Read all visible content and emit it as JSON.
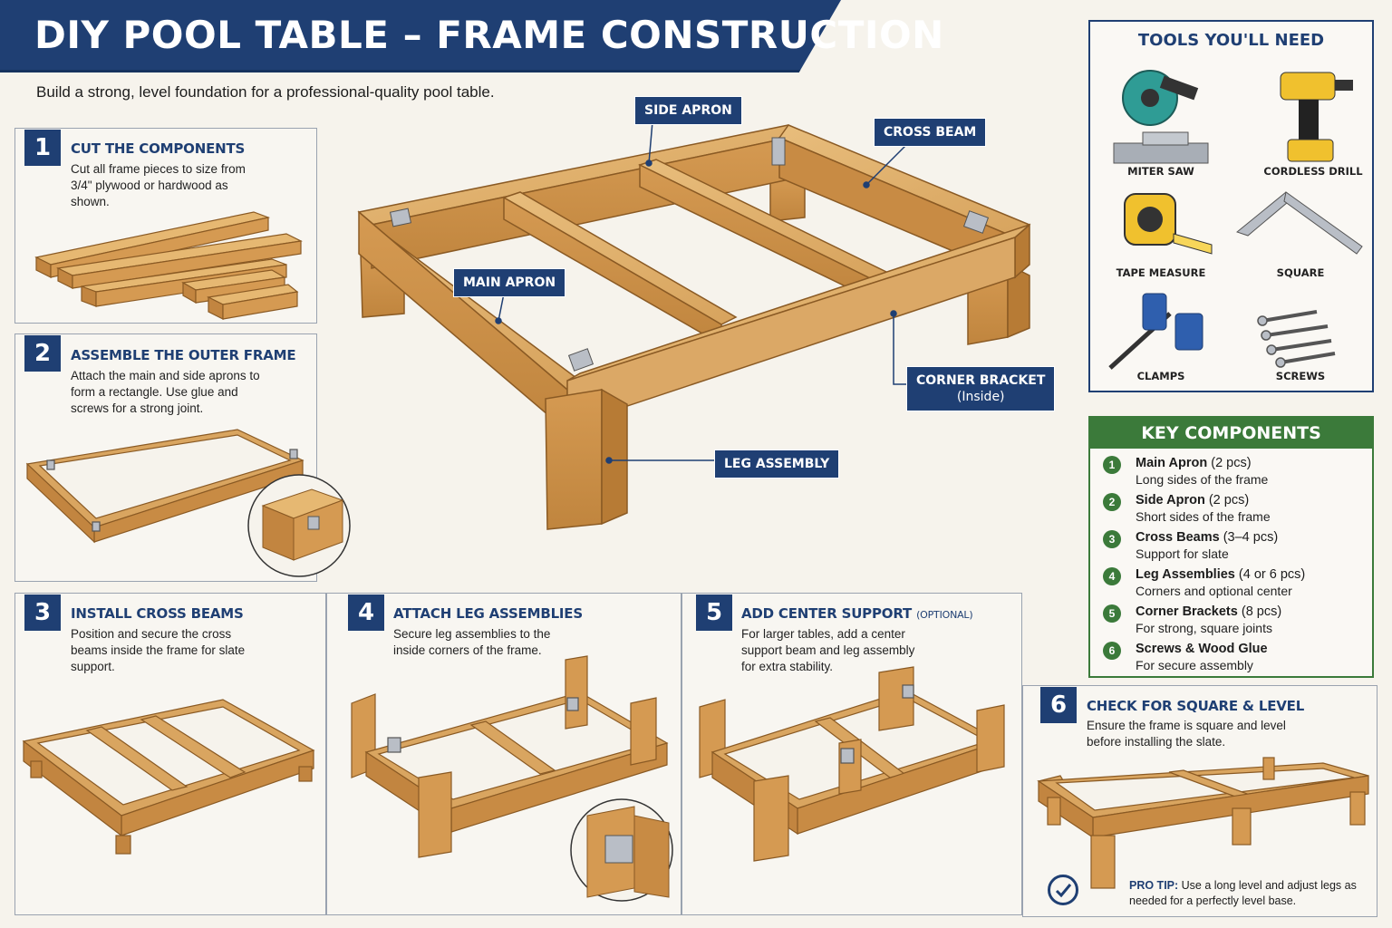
{
  "header": {
    "title": "DIY POOL TABLE – FRAME CONSTRUCTION",
    "subtitle": "Build a strong, level foundation for a professional-quality pool table."
  },
  "colors": {
    "navy": "#1f3f73",
    "green": "#3b7a3a",
    "wood": "#d9a560",
    "wood_dark": "#b07c3c",
    "background": "#f6f3ec"
  },
  "steps": [
    {
      "number": "1",
      "title": "CUT THE COMPONENTS",
      "optional": "",
      "description": "Cut all frame pieces to size from 3/4\" plywood or hardwood as shown."
    },
    {
      "number": "2",
      "title": "ASSEMBLE THE OUTER FRAME",
      "optional": "",
      "description": "Attach the main and side aprons to form a rectangle. Use glue and screws for a strong joint."
    },
    {
      "number": "3",
      "title": "INSTALL CROSS BEAMS",
      "optional": "",
      "description": "Position and secure the cross beams inside the frame for slate support."
    },
    {
      "number": "4",
      "title": "ATTACH LEG ASSEMBLIES",
      "optional": "",
      "description": "Secure leg assemblies to the inside corners of the frame."
    },
    {
      "number": "5",
      "title": "ADD CENTER SUPPORT",
      "optional": "(OPTIONAL)",
      "description": "For larger tables, add a center support beam and leg assembly for extra stability."
    },
    {
      "number": "6",
      "title": "CHECK FOR SQUARE & LEVEL",
      "optional": "",
      "description": "Ensure the frame is square and level before installing the slate."
    }
  ],
  "callouts": {
    "side_apron": "SIDE APRON",
    "cross_beam": "CROSS BEAM",
    "main_apron": "MAIN APRON",
    "corner_bracket": "CORNER BRACKET",
    "corner_bracket_sub": "(Inside)",
    "leg_assembly": "LEG ASSEMBLY"
  },
  "tools": {
    "title": "TOOLS YOU'LL NEED",
    "items": [
      {
        "label": "MITER SAW",
        "icon": "miter-saw-icon"
      },
      {
        "label": "CORDLESS DRILL",
        "icon": "cordless-drill-icon"
      },
      {
        "label": "TAPE MEASURE",
        "icon": "tape-measure-icon"
      },
      {
        "label": "SQUARE",
        "icon": "square-icon"
      },
      {
        "label": "CLAMPS",
        "icon": "clamps-icon"
      },
      {
        "label": "SCREWS",
        "icon": "screws-icon"
      }
    ]
  },
  "key_components": {
    "title": "KEY COMPONENTS",
    "items": [
      {
        "number": "1",
        "name": "Main Apron",
        "qty": "(2 pcs)",
        "desc": "Long sides of the frame"
      },
      {
        "number": "2",
        "name": "Side Apron",
        "qty": "(2 pcs)",
        "desc": "Short sides of the frame"
      },
      {
        "number": "3",
        "name": "Cross Beams",
        "qty": "(3–4 pcs)",
        "desc": "Support for slate"
      },
      {
        "number": "4",
        "name": "Leg Assemblies",
        "qty": "(4 or 6 pcs)",
        "desc": "Corners and optional center"
      },
      {
        "number": "5",
        "name": "Corner Brackets",
        "qty": "(8 pcs)",
        "desc": "For strong, square joints"
      },
      {
        "number": "6",
        "name": "Screws & Wood Glue",
        "qty": "",
        "desc": "For secure assembly"
      }
    ]
  },
  "pro_tip": {
    "label": "PRO TIP:",
    "text": "Use a long level and adjust legs as needed for a perfectly level base."
  }
}
